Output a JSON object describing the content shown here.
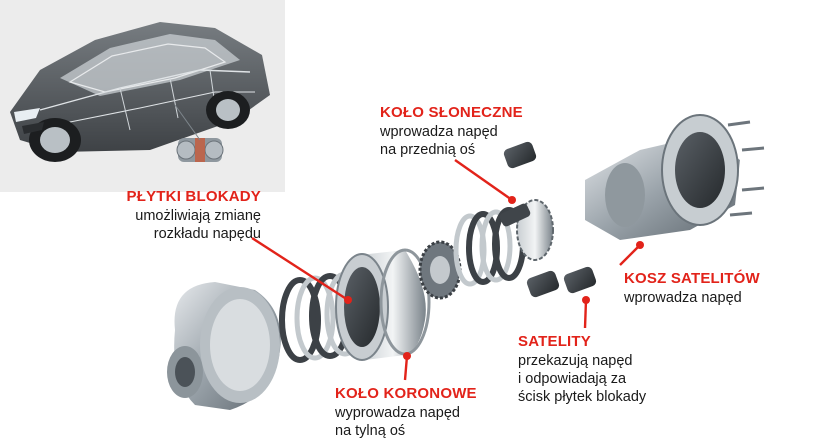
{
  "colors": {
    "accent": "#e2231a",
    "text": "#1a1a1a",
    "metal": "#9aa3aa"
  },
  "callouts": {
    "sun_gear": {
      "title": "KOŁO SŁONECZNE",
      "lines": [
        "wprowadza napęd",
        "na przednią oś"
      ]
    },
    "clutch_plates": {
      "title": "PŁYTKI BLOKADY",
      "lines": [
        "umożliwiają zmianę",
        "rozkładu napędu"
      ]
    },
    "planet_carrier": {
      "title": "KOSZ SATELITÓW",
      "lines": [
        "wprowadza napęd"
      ]
    },
    "planet_gears": {
      "title": "SATELITY",
      "lines": [
        "przekazują napęd",
        "i odpowiadają za",
        "ścisk płytek blokady"
      ]
    },
    "ring_gear": {
      "title": "KOŁO KORONOWE",
      "lines": [
        "wyprowadza napęd",
        "na tylną oś"
      ]
    }
  }
}
